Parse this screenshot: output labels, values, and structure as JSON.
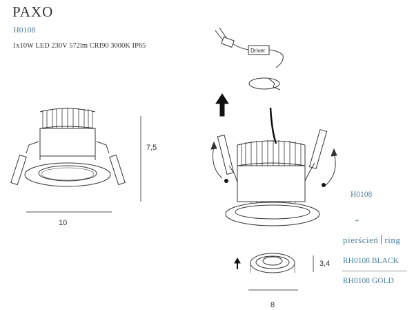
{
  "product": {
    "name": "PAXO",
    "code": "H0108",
    "specs": "1x10W LED 230V  572lm  CRI90  3000K  IP65"
  },
  "left_drawing": {
    "width_label": "10",
    "height_label": "7,5"
  },
  "right_drawing": {
    "driver_label": "Driver",
    "code": "H0108",
    "plus": "+",
    "ring_pl": "pierścień",
    "ring_en": "ring",
    "ring_height_label": "3,4",
    "ring_width_label": "8",
    "variants": [
      "RH0108 BLACK",
      "RH0108 GOLD"
    ]
  }
}
